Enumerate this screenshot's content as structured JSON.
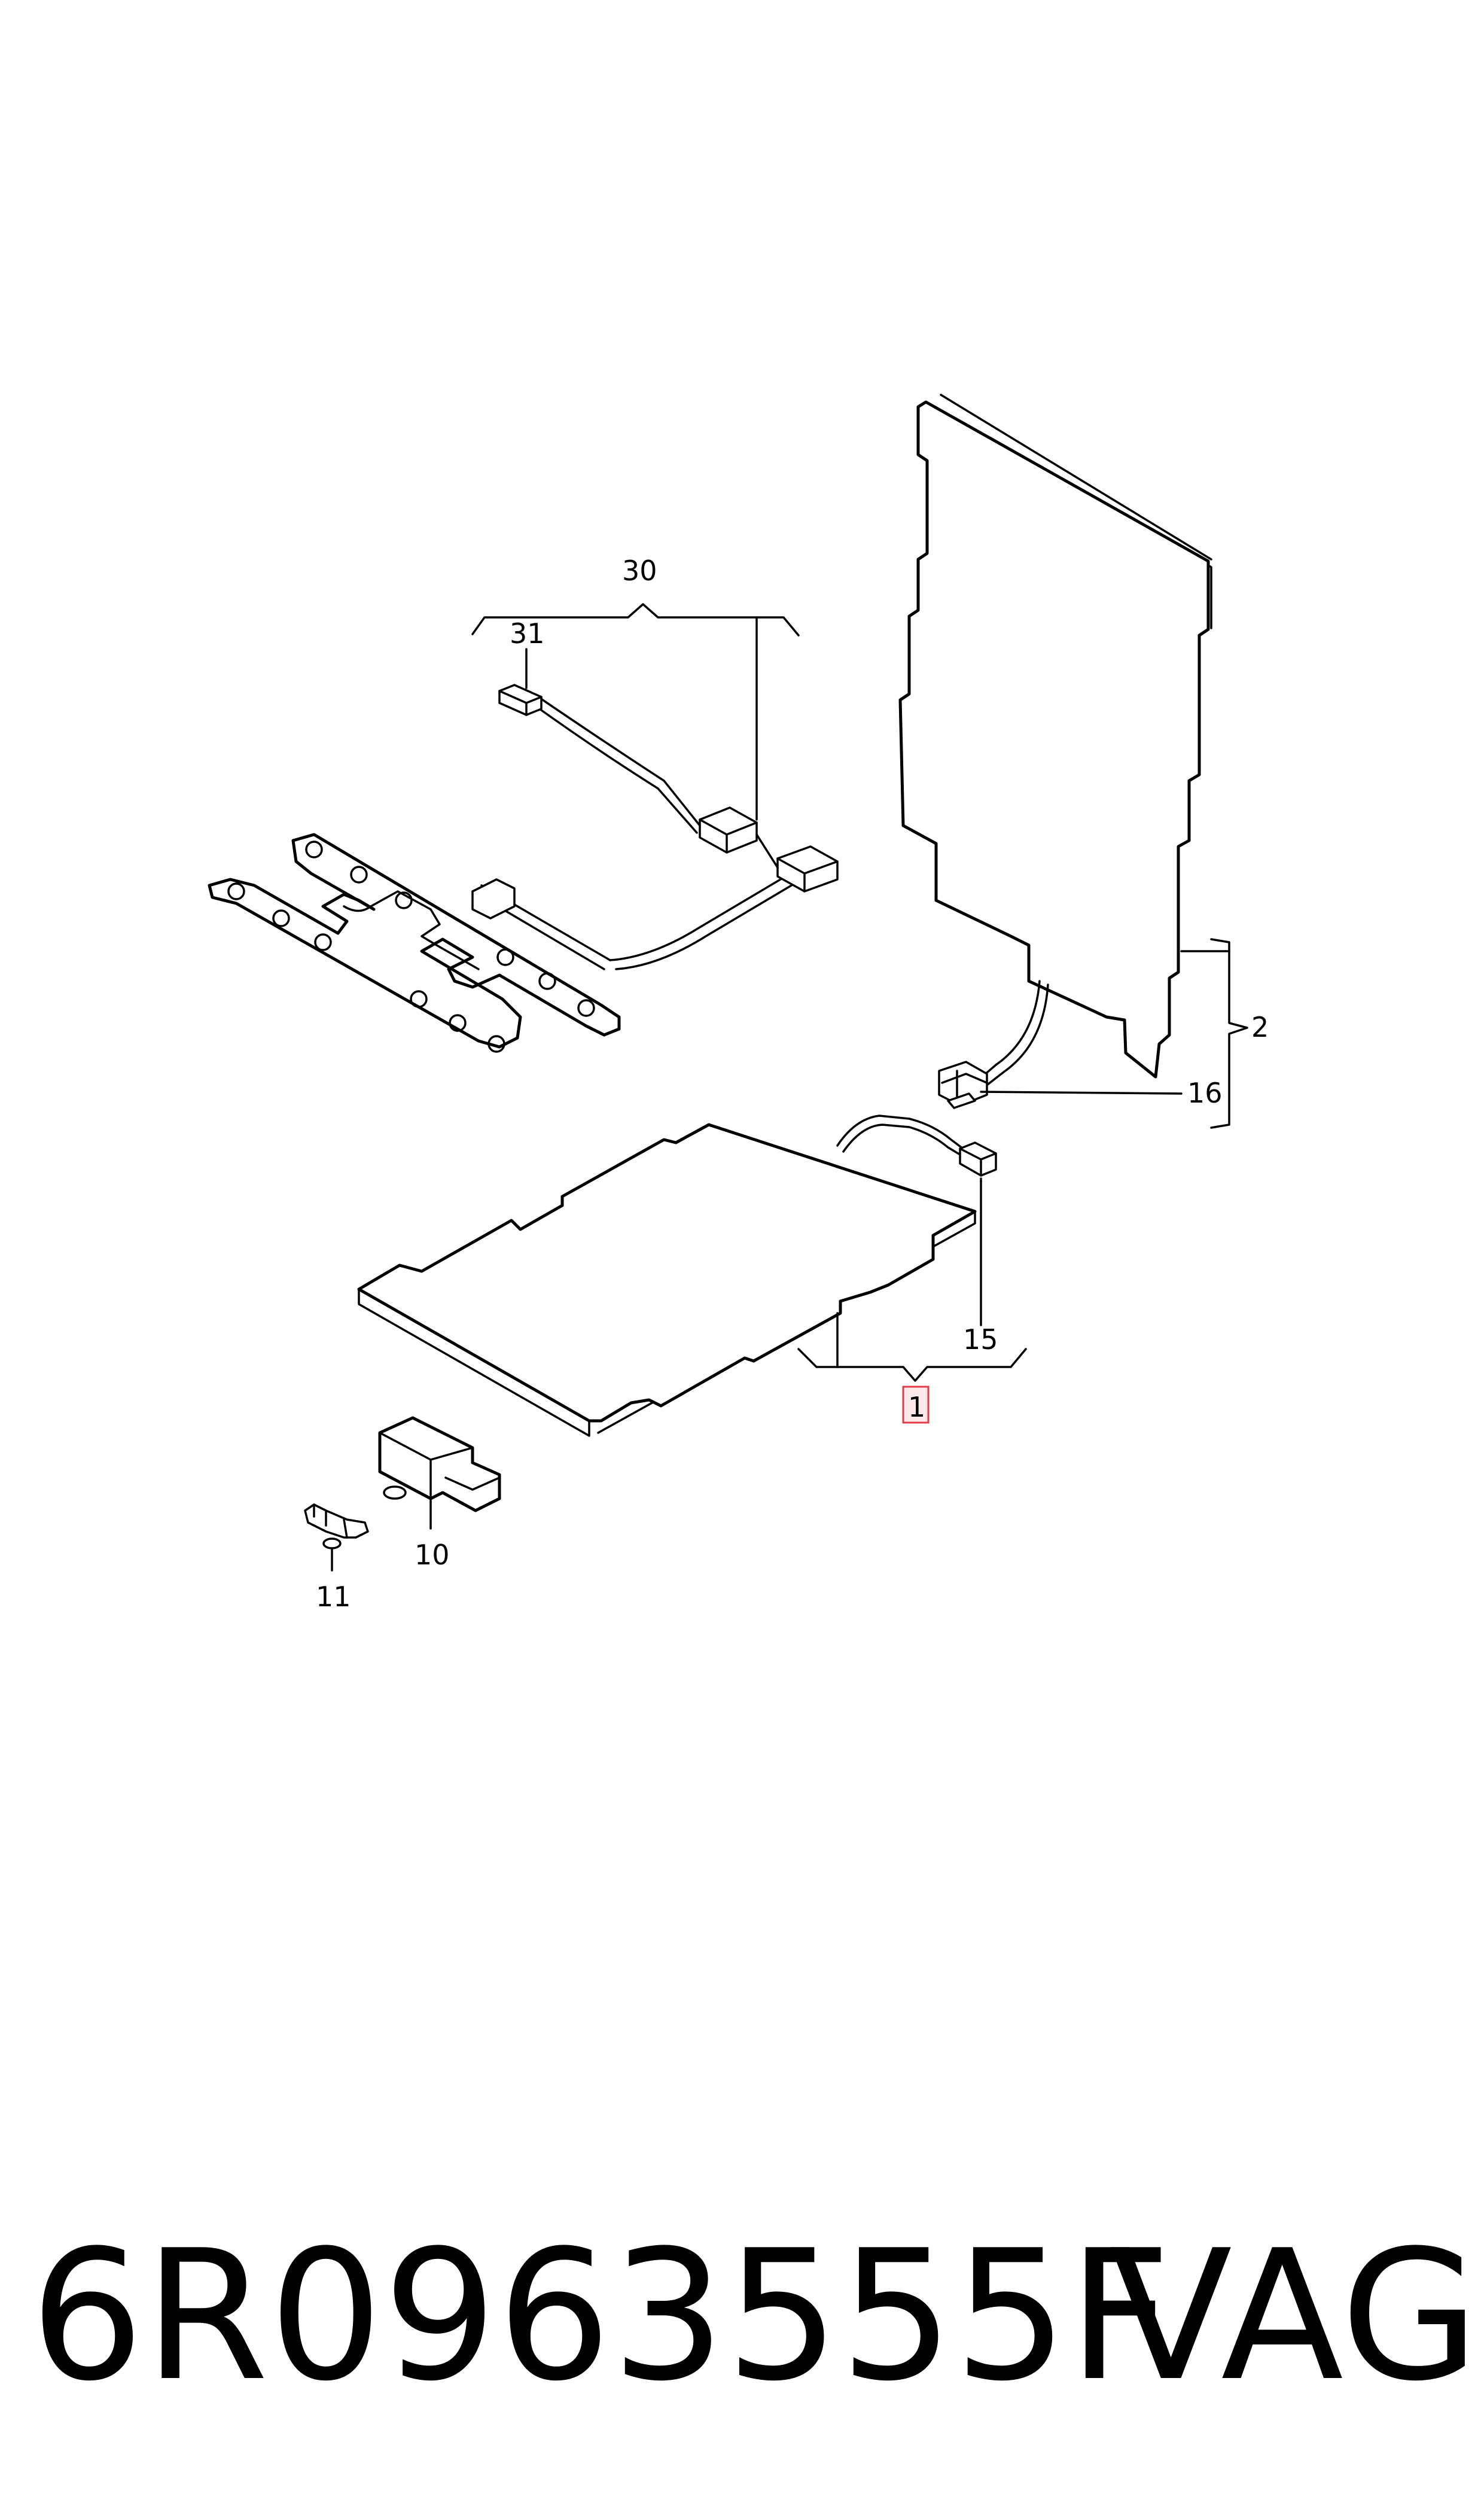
{
  "callouts": {
    "c1": "1",
    "c2": "2",
    "c10": "10",
    "c11": "11",
    "c15": "15",
    "c16": "16",
    "c30": "30",
    "c31": "31"
  },
  "highlight_color": "#e23b4a",
  "footer": {
    "part_number": "6R0963555F",
    "brand": "VAG"
  }
}
